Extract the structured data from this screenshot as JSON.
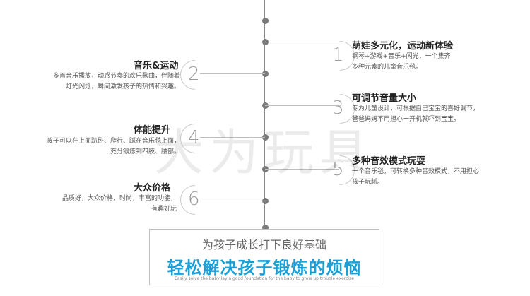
{
  "watermark": "大为玩具",
  "items_right": [
    {
      "num": "1",
      "title": "萌娃多元化，运动新体验",
      "lines": [
        "钢琴+游戏+音乐+闪光，一个集齐",
        "多种元素的儿童音乐毯。"
      ]
    },
    {
      "num": "3",
      "title": "可调节音量大小",
      "lines": [
        "专为儿童设计，可根据自己宝宝的喜好调节，",
        "爸爸妈妈不用担心一开机就吓到宝宝。"
      ]
    },
    {
      "num": "5",
      "title": "多种音效模式玩耍",
      "lines": [
        "一个音乐毯，可转换多种音效模式，不用担心",
        "孩子玩腻。"
      ]
    }
  ],
  "items_left": [
    {
      "num": "2",
      "title": "音乐&运动",
      "lines": [
        "多首音乐播放，动感节奏的欢乐歌曲，伴随着",
        "灯光闪烁，瞬间激发孩子的热情和兴趣。"
      ]
    },
    {
      "num": "4",
      "title": "体能提升",
      "lines": [
        "孩子可以在上面趴卧、爬行、踩在音乐毯上面，",
        "充分锻炼到四肢、腰部。"
      ]
    },
    {
      "num": "6",
      "title": "大众价格",
      "lines": [
        "品质好，大众价格，时尚，丰富的功能，",
        "有趣好玩"
      ]
    }
  ],
  "banner": {
    "subtitle": "为孩子成长打下良好基础",
    "headline": "轻松解决孩子锻炼的烦恼",
    "english": "Easily solve the baby lay a good foundation for the baby to grow up trouble exercise"
  }
}
